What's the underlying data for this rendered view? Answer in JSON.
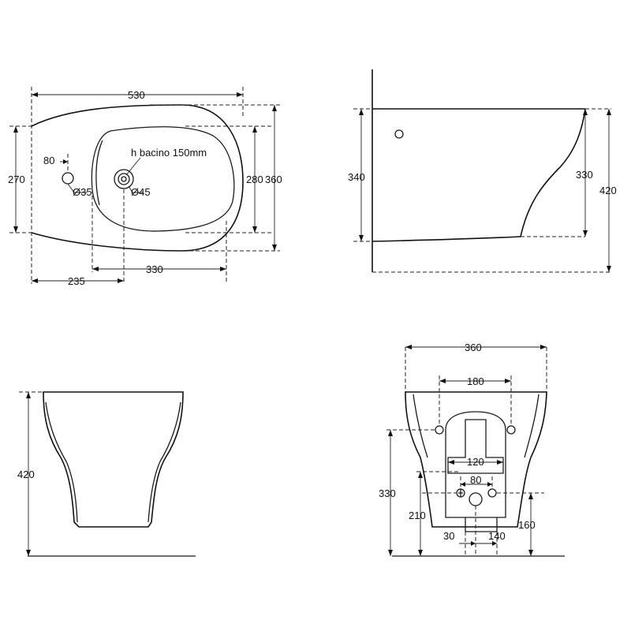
{
  "top_view": {
    "width": "530",
    "depth": "360",
    "bowl_depth": "280",
    "deck_depth": "270",
    "tap_offset": "80",
    "hole_dia_35": "Ø35",
    "hole_dia_45": "Ø45",
    "bowl_height": "h bacino 150mm",
    "front_to_drain": "235",
    "bowl_length": "330"
  },
  "side_view": {
    "height_total": "420",
    "height_back": "340",
    "height_front": "330"
  },
  "front_view": {
    "height": "420"
  },
  "rear_view": {
    "width": "360",
    "fixing_spacing": "180",
    "plate_width": "120",
    "pipe_spacing": "80",
    "fixing_height": "330",
    "pipe_height": "210",
    "outlet_height": "160",
    "offset_30": "30",
    "offset_140": "140"
  }
}
